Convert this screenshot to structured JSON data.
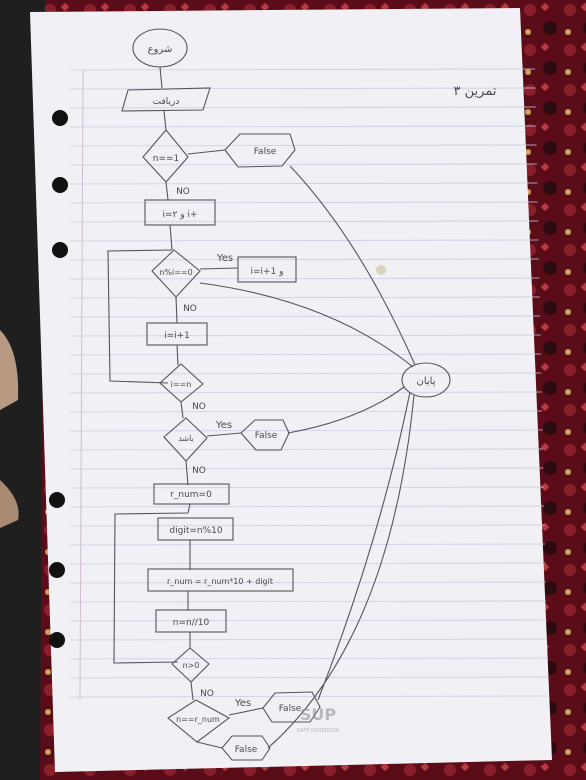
{
  "page": {
    "header_note": "تمرین ۳",
    "colors": {
      "paper": "#f4f3f6",
      "rule_line": "#c9cbe0",
      "margin_line": "#cdbfd0",
      "pencil": "#55555c",
      "rug_red": "#7a1420",
      "jacket": "#232323"
    }
  },
  "flowchart": {
    "start": "شروع",
    "input": "دریافت",
    "cond_n_eq_1": "n==1",
    "false_1": "False",
    "no_1": "NO",
    "init_i": "i=۲ و i+",
    "yes_1": "Yes",
    "cond_mod": "n%i==0",
    "action_yes": "i=i+1 و",
    "no_2": "NO",
    "increment": "i=i+1",
    "cond_i_eq_n": "i==n",
    "no_3": "NO",
    "yes_2": "Yes",
    "cond_check": "باشد",
    "false_2": "False",
    "no_4": "NO",
    "r_num_init": "r_num=0",
    "digit_assign": "digit=n%10",
    "r_num_update": "r_num = r_num*10 + digit",
    "n_div": "n=n//10",
    "cond_n_gt_0": "n>0",
    "no_5": "NO",
    "yes_3": "Yes",
    "cond_palindrome": "n==r_num",
    "false_3": "False",
    "false_4": "False",
    "end": "پایان"
  },
  "watermark": {
    "logo_text": "SUP",
    "sub_text": "SAFE NOTEBOOK"
  }
}
